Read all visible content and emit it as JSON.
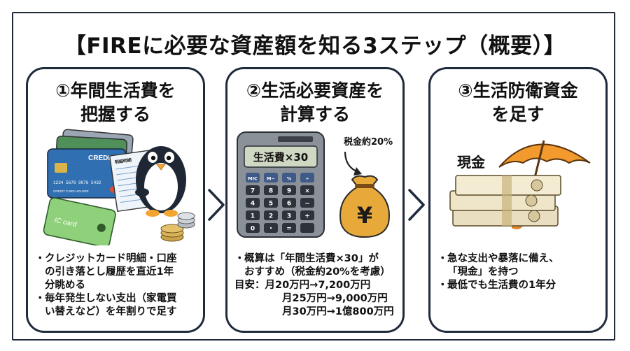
{
  "title": "【FIREに必要な資産額を知る3ステップ（概要）】",
  "steps": [
    {
      "title_line1": "①年間生活費を",
      "title_line2": "把握する",
      "bullets": [
        {
          "lines": [
            "クレジットカード明細・口座",
            "の引き落とし履歴を直近1年",
            "分眺める"
          ]
        },
        {
          "lines": [
            "毎年発生しない支出（家電買",
            "い替えなど）を年割りで足す"
          ]
        }
      ],
      "illustration": {
        "card_brand": "CREDIT",
        "card_number": "1234 5678 9876 5432",
        "card_holder": "CREDIT CARD HOLDER",
        "ic_card_label": "IC card",
        "statement_label": "明細明細"
      }
    },
    {
      "title_line1": "②生活必要資産を",
      "title_line2": "計算する",
      "bullets": [
        {
          "lines": [
            "概算は「年間生活費×30」が",
            "おすすめ（税金約20%を考慮）"
          ]
        }
      ],
      "estimate_label": "目安：",
      "estimate_rows": [
        "月20万円→7,200万円",
        "月25万円→9,000万円",
        "月30万円→1億800万円"
      ],
      "illustration": {
        "calculator_display": "生活費×30",
        "tax_label": "税金約20%",
        "bag_symbol": "¥",
        "keys": [
          "MIC",
          "M−",
          "%",
          "÷",
          "7",
          "8",
          "9",
          "×",
          "4",
          "5",
          "6",
          "−",
          "1",
          "2",
          "3",
          "+",
          "0",
          "・",
          "=",
          ""
        ]
      }
    },
    {
      "title_line1": "③生活防衛資金",
      "title_line2": "を足す",
      "bullets": [
        {
          "lines": [
            "急な支出や暴落に備え、",
            "「現金」を持つ"
          ]
        },
        {
          "lines": [
            "最低でも生活費の1年分"
          ]
        }
      ],
      "illustration": {
        "cash_label": "現金"
      }
    }
  ],
  "bullet_symbol": "・",
  "colors": {
    "border": "#1f2a3c",
    "umbrella": "#f29a2e",
    "bag": "#e8a93b",
    "calculator": "#8a9199",
    "display": "#cfd8c3",
    "card_blue": "#2f6fb2",
    "ic_green": "#8fd07a"
  }
}
